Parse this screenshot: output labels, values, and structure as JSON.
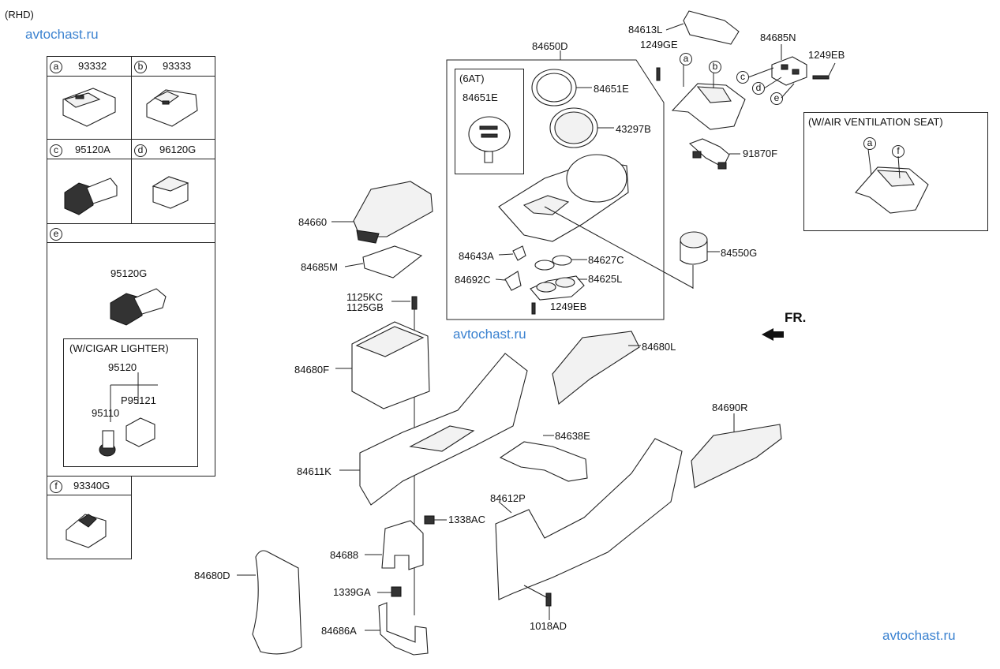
{
  "header": {
    "variant": "(RHD)"
  },
  "watermarks": [
    "avtochast.ru",
    "avtochast.ru",
    "avtochast.ru"
  ],
  "legend": {
    "a": {
      "letter": "a",
      "part": "93332"
    },
    "b": {
      "letter": "b",
      "part": "93333"
    },
    "c": {
      "letter": "c",
      "part": "95120A"
    },
    "d": {
      "letter": "d",
      "part": "96120G"
    },
    "e": {
      "letter": "e",
      "part": "95120G"
    },
    "e_sub": {
      "title": "(W/CIGAR LIGHTER)",
      "p1": "95120",
      "p2": "P95121",
      "p3": "95110"
    },
    "f": {
      "letter": "f",
      "part": "93340G"
    }
  },
  "group_6at": {
    "title": "84650D",
    "inner_title": "(6AT)",
    "inner_part": "84651E",
    "parts": [
      "84651E",
      "43297B",
      "84643A",
      "84627C",
      "84692C",
      "84625L",
      "1249EB"
    ]
  },
  "ventilation": {
    "title": "(W/AIR VENTILATION SEAT)",
    "a": "a",
    "f": "f"
  },
  "callouts": {
    "p84613L": "84613L",
    "p1249GE": "1249GE",
    "p84685N": "84685N",
    "p1249EB_top": "1249EB",
    "p91870F": "91870F",
    "p84660": "84660",
    "p84685M": "84685M",
    "p1125KC": "1125KC",
    "p1125GB": "1125GB",
    "p84680F": "84680F",
    "p84550G": "84550G",
    "p84680L": "84680L",
    "p84611K": "84611K",
    "p84638E": "84638E",
    "p84690R": "84690R",
    "p84612P": "84612P",
    "p1338AC": "1338AC",
    "p84688": "84688",
    "p84680D": "84680D",
    "p1339GA": "1339GA",
    "p84686A": "84686A",
    "p1018AD": "1018AD"
  },
  "letters": {
    "a": "a",
    "b": "b",
    "c": "c",
    "d": "d",
    "e": "e"
  },
  "direction": {
    "label": "FR."
  }
}
